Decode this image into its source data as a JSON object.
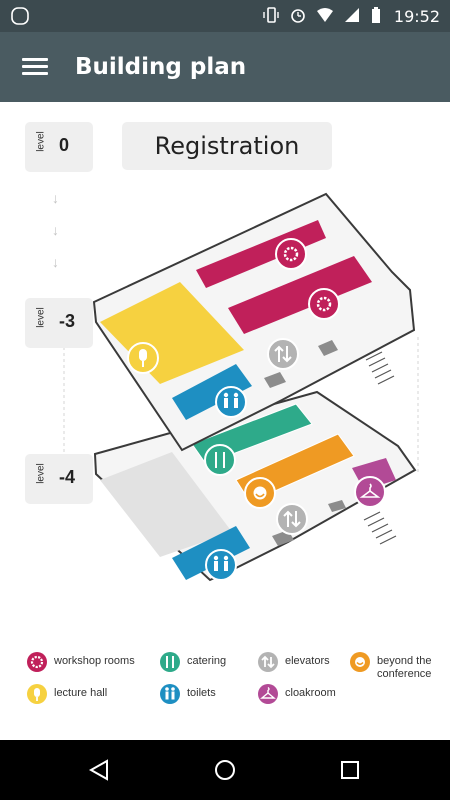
{
  "status": {
    "time": "19:52"
  },
  "appbar": {
    "title": "Building plan"
  },
  "levels": [
    {
      "word": "level",
      "number": "0"
    },
    {
      "word": "level",
      "number": "-3"
    },
    {
      "word": "level",
      "number": "-4"
    }
  ],
  "registration": {
    "label": "Registration"
  },
  "legend": {
    "workshop_rooms": "workshop rooms",
    "catering": "catering",
    "elevators": "elevators",
    "beyond": "beyond the conference",
    "lecture_hall": "lecture hall",
    "toilets": "toilets",
    "cloakroom": "cloakroom"
  },
  "colors": {
    "workshop": "#c0205a",
    "lecture": "#f6d140",
    "catering": "#2eaa8a",
    "toilets": "#1e8fc2",
    "elevators": "#b3b3b3",
    "beyond": "#ef9a23",
    "cloakroom": "#b24a96"
  },
  "icons": [
    "gear-icon",
    "microphone-icon",
    "toilets-icon",
    "elevator-icon",
    "cutlery-icon",
    "smiley-icon",
    "hanger-icon"
  ]
}
